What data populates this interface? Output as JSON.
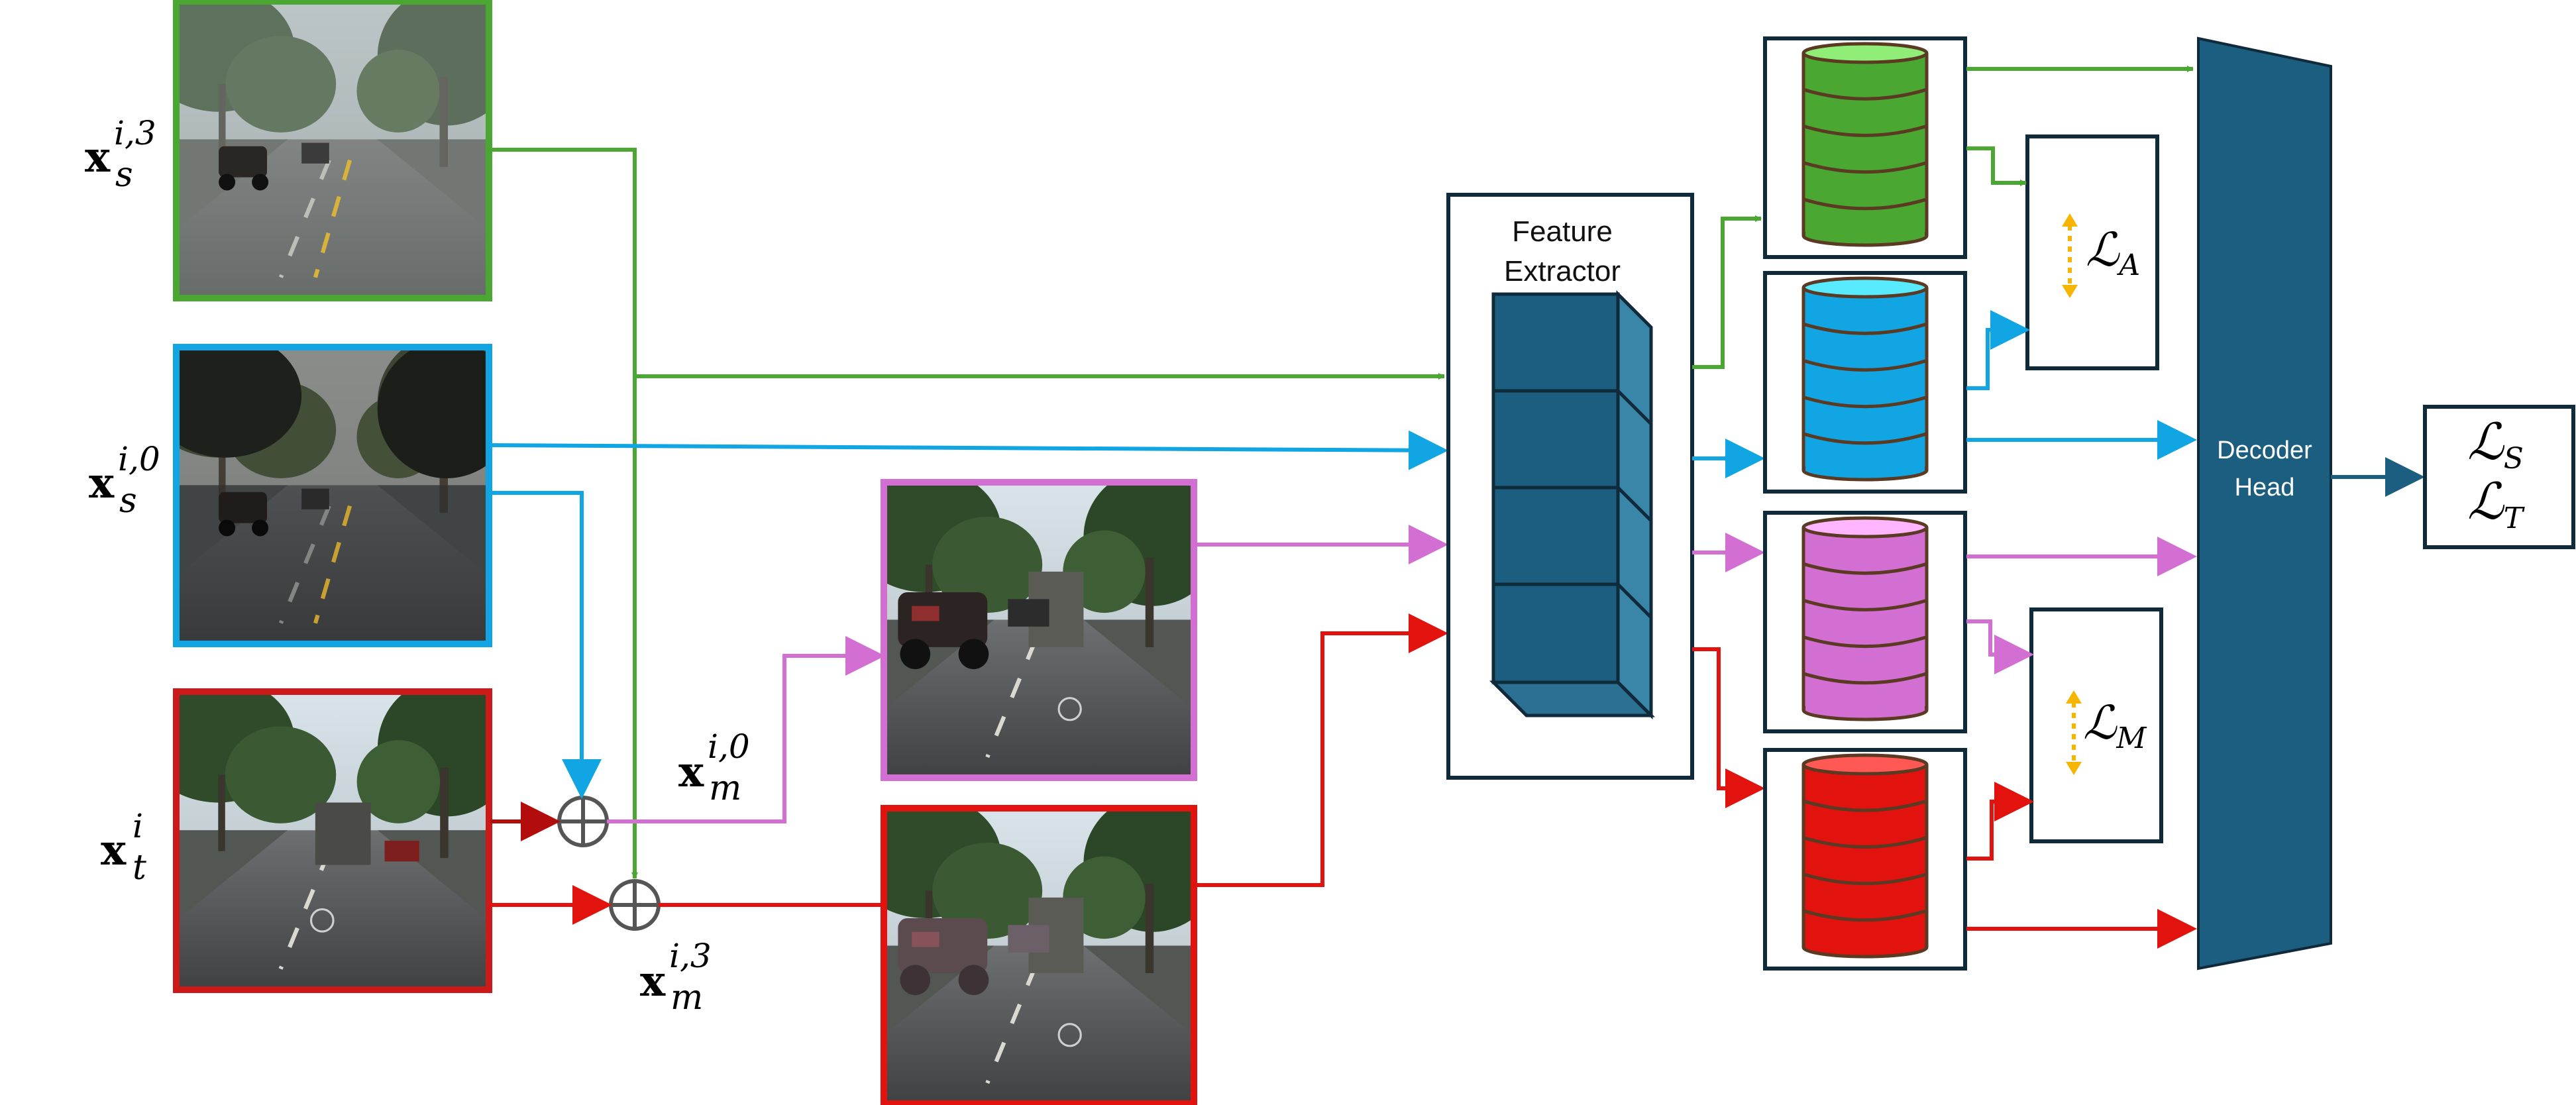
{
  "inputs": {
    "xs3": {
      "base": "x",
      "sup": "i,3",
      "sub": "s"
    },
    "xs0": {
      "base": "x",
      "sup": "i,0",
      "sub": "s"
    },
    "xt": {
      "base": "x",
      "sup": "i",
      "sub": "t"
    },
    "xm0": {
      "base": "x",
      "sup": "i,0",
      "sub": "m"
    },
    "xm3": {
      "base": "x",
      "sup": "i,3",
      "sub": "m"
    }
  },
  "feature_extractor": {
    "line1": "Feature",
    "line2": "Extractor"
  },
  "decoder_head": {
    "line1": "Decoder",
    "line2": "Head"
  },
  "losses": {
    "align": {
      "symbol": "ℒ",
      "sub": "A"
    },
    "mix": {
      "symbol": "ℒ",
      "sub": "M"
    },
    "seg": {
      "symbol": "ℒ",
      "sub": "S"
    },
    "tgt": {
      "symbol": "ℒ",
      "sub": "T"
    }
  },
  "colors": {
    "green": "#4aa832",
    "blue": "#12a5e3",
    "magenta": "#d36fd3",
    "red": "#e2120f",
    "navy": "#1c5e80",
    "dark": "#0f2a3a",
    "orange": "#f5b500"
  }
}
